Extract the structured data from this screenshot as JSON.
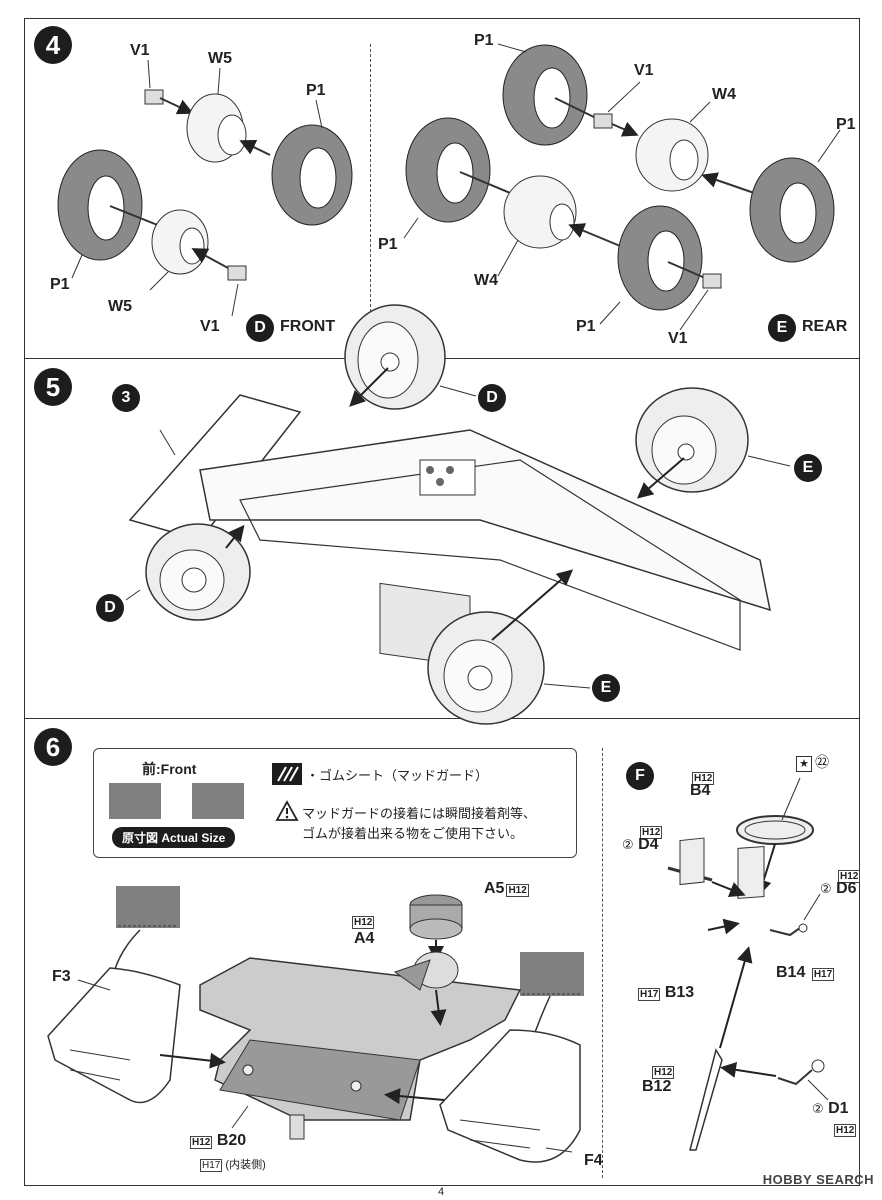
{
  "step4": {
    "number": "4",
    "labels": {
      "v1_a": "V1",
      "w5_a": "W5",
      "p1_a": "P1",
      "p1_b": "P1",
      "w5_b": "W5",
      "v1_b": "V1",
      "front_circle": "D",
      "front_text": "FRONT",
      "p1_c": "P1",
      "v1_c": "V1",
      "w4_a": "W4",
      "p1_d": "P1",
      "p1_e": "P1",
      "w4_b": "W4",
      "p1_f": "P1",
      "v1_d": "V1",
      "rear_circle": "E",
      "rear_text": "REAR"
    }
  },
  "step5": {
    "number": "5",
    "ref_step": "3",
    "wheel_labels": {
      "front_top": "D",
      "front_left": "D",
      "rear_top": "E",
      "rear_bottom": "E"
    }
  },
  "step6": {
    "number": "6",
    "note": {
      "title": "前:Front",
      "actual_size": "原寸図 Actual Size",
      "item": "・ゴムシート（マッドガード）",
      "warning_line1": "マッドガードの接着には瞬間接着剤等、",
      "warning_line2": "ゴムが接着出来る物をご使用下さい。",
      "warning_icon": "warning-triangle-icon",
      "item_icon": "rubber-sheet-icon"
    },
    "parts": {
      "a5": "A5",
      "a5_h": "H12",
      "a4": "A4",
      "a4_h": "H12",
      "f3": "F3",
      "f4": "F4",
      "b20": "B20",
      "b20_h": "H12",
      "b20_note_h": "H17",
      "b20_note": "(内装側)"
    }
  },
  "stepF": {
    "circle": "F",
    "star_num": "㉒",
    "b4_h": "H12",
    "b4": "B4",
    "d4_h": "H12",
    "d4_num": "②",
    "d4": "D4",
    "d6_h": "H12",
    "d6_num": "②",
    "d6": "D6",
    "b14": "B14",
    "b14_h": "H17",
    "b13_h": "H17",
    "b13": "B13",
    "b12_h": "H12",
    "b12": "B12",
    "d1_num": "②",
    "d1": "D1",
    "d1_h": "H12"
  },
  "footer": {
    "page": "4",
    "watermark": "HOBBY SEARCH"
  }
}
